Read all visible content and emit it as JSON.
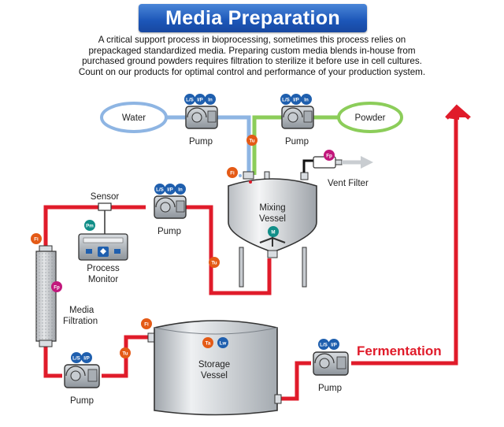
{
  "header": {
    "title": "Media Preparation",
    "intro": "A critical support process in bioprocessing, sometimes this process relies on prepackaged standardized media. Preparing custom media blends in-house from purchased ground powders requires filtration to sterilize it before use in cell cultures. Count on our products for optimal control and performance of your production system."
  },
  "labels": {
    "water": "Water",
    "powder": "Powder",
    "pump": "Pump",
    "sensor": "Sensor",
    "mixing_vessel_1": "Mixing",
    "mixing_vessel_2": "Vessel",
    "vent_filter": "Vent Filter",
    "process_monitor_1": "Process",
    "process_monitor_2": "Monitor",
    "media_filtration_1": "Media",
    "media_filtration_2": "Filtration",
    "storage_vessel_1": "Storage",
    "storage_vessel_2": "Vessel",
    "fermentation": "Fermentation"
  },
  "badges": {
    "ls": "L/S",
    "ip": "I/P",
    "in": "In",
    "tu": "Tu",
    "fi": "Fi",
    "fp": "Fp",
    "pm": "Pm",
    "m": "M",
    "ta": "Ta",
    "lw": "Lw"
  },
  "colors": {
    "banner": "#1c56b8",
    "red_line": "#e01b2a",
    "blue_line": "#8eb5e3",
    "green_line": "#8ccd5a",
    "badge_blue": "#1f5fae",
    "badge_orange": "#e45a16",
    "badge_magenta": "#c2187c",
    "badge_teal": "#118e88"
  }
}
